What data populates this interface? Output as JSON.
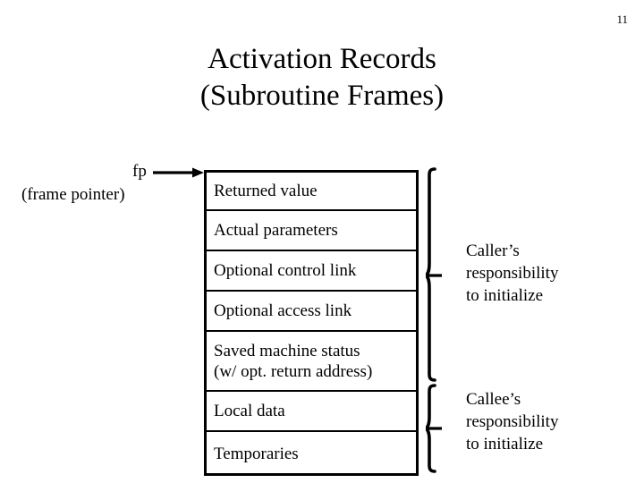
{
  "slide": {
    "page_number": "11",
    "background_color": "#ffffff",
    "ink_color": "#000000"
  },
  "title": {
    "line1": "Activation Records",
    "line2": "(Subroutine Frames)"
  },
  "pointer": {
    "label": "fp",
    "description": "(frame pointer)",
    "arrow_icon": "right-arrow-icon"
  },
  "activation_record": {
    "rows": [
      {
        "lines": [
          "Returned value"
        ]
      },
      {
        "lines": [
          "Actual parameters"
        ]
      },
      {
        "lines": [
          "Optional control link"
        ]
      },
      {
        "lines": [
          "Optional access link"
        ]
      },
      {
        "lines": [
          "Saved machine status",
          "(w/ opt. return address)"
        ]
      },
      {
        "lines": [
          "Local data"
        ]
      },
      {
        "lines": [
          "Temporaries"
        ]
      }
    ]
  },
  "annotations": [
    {
      "id": "caller",
      "brace_icon": "right-curly-brace-icon",
      "lines": [
        "Caller’s",
        "responsibility",
        "to initialize"
      ]
    },
    {
      "id": "callee",
      "brace_icon": "right-curly-brace-icon",
      "lines": [
        "Callee’s",
        "responsibility",
        "to initialize"
      ]
    }
  ]
}
